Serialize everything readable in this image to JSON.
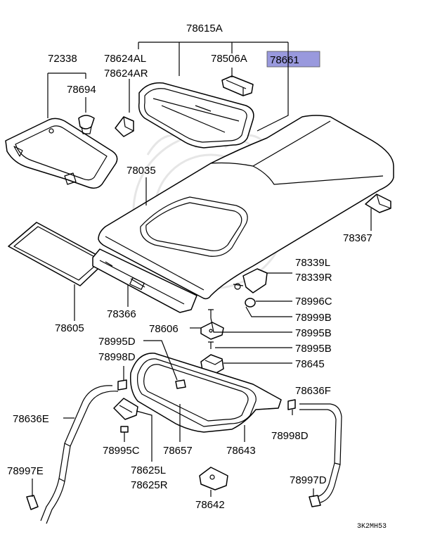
{
  "diagram": {
    "highlight_color": "#9999dd",
    "ref_code": "3K2MH53",
    "labels": [
      {
        "id": "78615A",
        "text": "78615A"
      },
      {
        "id": "72338",
        "text": "72338"
      },
      {
        "id": "78624AL",
        "text": "78624AL"
      },
      {
        "id": "78624AR",
        "text": "78624AR"
      },
      {
        "id": "78506A",
        "text": "78506A"
      },
      {
        "id": "78661",
        "text": "78661"
      },
      {
        "id": "78694",
        "text": "78694"
      },
      {
        "id": "78035",
        "text": "78035"
      },
      {
        "id": "78367",
        "text": "78367"
      },
      {
        "id": "78339L",
        "text": "78339L"
      },
      {
        "id": "78339R",
        "text": "78339R"
      },
      {
        "id": "78996C",
        "text": "78996C"
      },
      {
        "id": "78999B",
        "text": "78999B"
      },
      {
        "id": "78605",
        "text": "78605"
      },
      {
        "id": "78366",
        "text": "78366"
      },
      {
        "id": "78606",
        "text": "78606"
      },
      {
        "id": "78995B_1",
        "text": "78995B"
      },
      {
        "id": "78995B_2",
        "text": "78995B"
      },
      {
        "id": "78995D",
        "text": "78995D"
      },
      {
        "id": "78998D_1",
        "text": "78998D"
      },
      {
        "id": "78645",
        "text": "78645"
      },
      {
        "id": "78636F",
        "text": "78636F"
      },
      {
        "id": "78636E",
        "text": "78636E"
      },
      {
        "id": "78998D_2",
        "text": "78998D"
      },
      {
        "id": "78995C",
        "text": "78995C"
      },
      {
        "id": "78657",
        "text": "78657"
      },
      {
        "id": "78643",
        "text": "78643"
      },
      {
        "id": "78625L",
        "text": "78625L"
      },
      {
        "id": "78625R",
        "text": "78625R"
      },
      {
        "id": "78997E",
        "text": "78997E"
      },
      {
        "id": "78997D",
        "text": "78997D"
      },
      {
        "id": "78642",
        "text": "78642"
      }
    ]
  }
}
